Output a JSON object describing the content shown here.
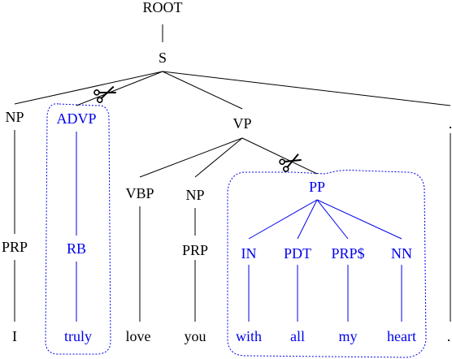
{
  "tree": {
    "root": "ROOT",
    "s": "S",
    "np_i": "NP",
    "advp": "ADVP",
    "vp": "VP",
    "period_tag": ".",
    "prp_i": "PRP",
    "rb": "RB",
    "vbp": "VBP",
    "np_you": "NP",
    "pp": "PP",
    "prp_you": "PRP",
    "in": "IN",
    "pdt": "PDT",
    "prps": "PRP$",
    "nn": "NN",
    "words": {
      "i": "I",
      "truly": "truly",
      "love": "love",
      "you": "you",
      "with": "with",
      "all": "all",
      "my": "my",
      "heart": "heart",
      "period": "."
    }
  },
  "icons": {
    "scissors_advp": "scissors-icon",
    "scissors_pp": "scissors-icon"
  },
  "colors": {
    "normal": "#000000",
    "pruned": "#0000ee"
  }
}
